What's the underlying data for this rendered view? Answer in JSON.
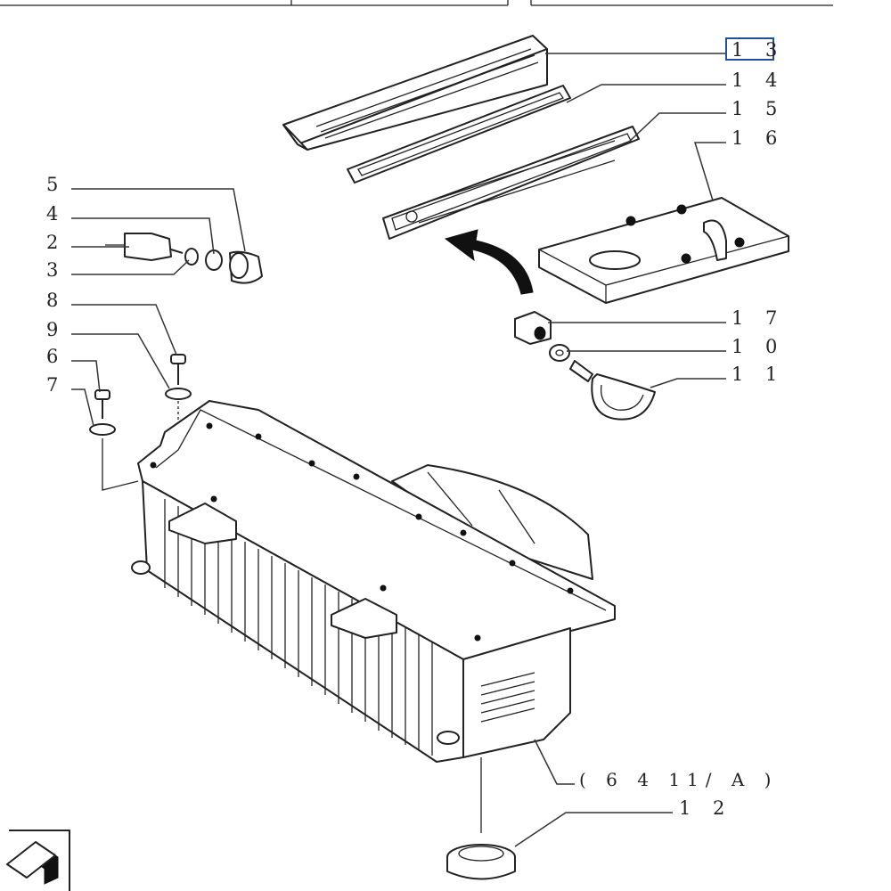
{
  "callouts": [
    {
      "id": "13",
      "label": "1 3",
      "selected": true
    },
    {
      "id": "14",
      "label": "1 4"
    },
    {
      "id": "15",
      "label": "1 5"
    },
    {
      "id": "16",
      "label": "1 6"
    },
    {
      "id": "5",
      "label": "5"
    },
    {
      "id": "4",
      "label": "4"
    },
    {
      "id": "2",
      "label": "2"
    },
    {
      "id": "3",
      "label": "3"
    },
    {
      "id": "8",
      "label": "8"
    },
    {
      "id": "9",
      "label": "9"
    },
    {
      "id": "6",
      "label": "6"
    },
    {
      "id": "7",
      "label": "7"
    },
    {
      "id": "17",
      "label": "1 7"
    },
    {
      "id": "10",
      "label": "1 0"
    },
    {
      "id": "11",
      "label": "1 1"
    },
    {
      "id": "12",
      "label": "1 2"
    }
  ],
  "reference": "( 6 4 11/ A )",
  "colors": {
    "selection": "#1f4e9c",
    "line": "#222222"
  },
  "nav_icon": "page-turn-icon"
}
